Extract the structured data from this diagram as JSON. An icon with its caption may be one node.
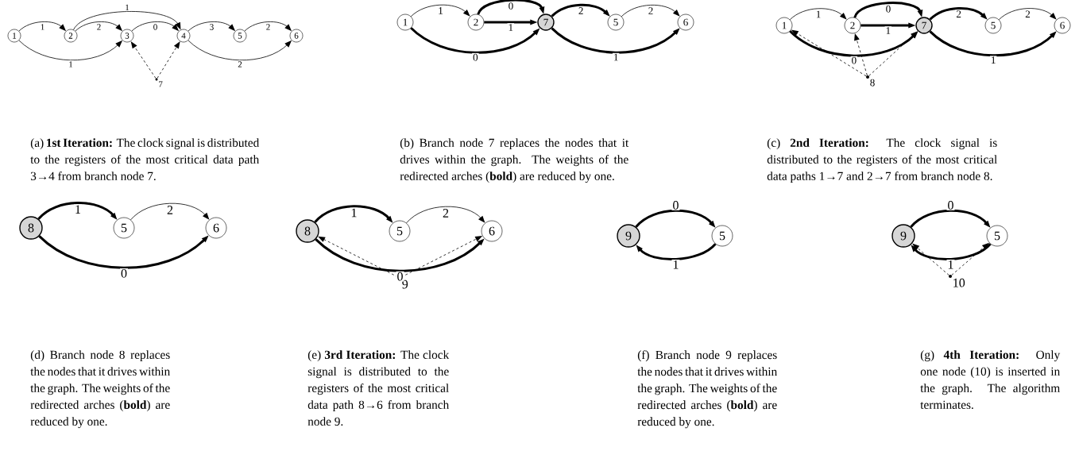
{
  "diagram": {
    "nodes": [
      {
        "text": [
          "1"
        ]
      },
      {
        "text": [
          "2"
        ]
      },
      {
        "text": [
          "3"
        ]
      },
      {
        "text": [
          "4"
        ]
      },
      {
        "text": [
          "5"
        ]
      },
      {
        "text": [
          "6"
        ]
      },
      {
        "text": [],
        "shape": "dot",
        "beside": [
          "7"
        ]
      },
      {
        "text": [
          "1"
        ]
      },
      {
        "text": [
          "2"
        ]
      },
      {
        "text": [
          "7"
        ]
      },
      {
        "text": [
          "5"
        ]
      },
      {
        "text": [
          "6"
        ]
      },
      {
        "text": [
          "1"
        ]
      },
      {
        "text": [
          "2"
        ]
      },
      {
        "text": [
          "7"
        ]
      },
      {
        "text": [
          "5"
        ]
      },
      {
        "text": [
          "6"
        ]
      },
      {
        "text": [],
        "shape": "dot",
        "beside": [
          "8"
        ]
      },
      {
        "text": [
          "8"
        ]
      },
      {
        "text": [
          "5"
        ]
      },
      {
        "text": [
          "6"
        ]
      },
      {
        "text": [
          "8"
        ]
      },
      {
        "text": [
          "5"
        ]
      },
      {
        "text": [
          "6"
        ]
      },
      {
        "text": [],
        "shape": "dot",
        "beside": [
          "9"
        ]
      },
      {
        "text": [
          "9"
        ]
      },
      {
        "text": [
          "5"
        ]
      },
      {
        "text": [
          "9"
        ]
      },
      {
        "text": [
          "5"
        ]
      },
      {
        "text": [],
        "shape": "dot",
        "beside": [
          "10"
        ]
      }
    ],
    "edges": [
      {
        "from": 0,
        "to": 1,
        "arrow": "to",
        "label": "1"
      },
      {
        "from": 1,
        "to": 2,
        "arrow": "to",
        "label": "2"
      },
      {
        "from": 0,
        "to": 2,
        "arrow": "to",
        "label": "1"
      },
      {
        "from": 1,
        "to": 3,
        "arrow": "to",
        "label": "1"
      },
      {
        "from": 2,
        "to": 3,
        "arrow": "to",
        "label": "0"
      },
      {
        "from": 3,
        "to": 4,
        "arrow": "to",
        "label": "3"
      },
      {
        "from": 4,
        "to": 5,
        "arrow": "to",
        "label": "2"
      },
      {
        "from": 3,
        "to": 5,
        "arrow": "to",
        "label": "2"
      },
      {
        "from": 6,
        "to": 2,
        "arrow": "to",
        "style": "dashed"
      },
      {
        "from": 6,
        "to": 3,
        "arrow": "to",
        "style": "dashed"
      },
      {
        "from": 7,
        "to": 8,
        "arrow": "to",
        "label": "1"
      },
      {
        "from": 8,
        "to": 9,
        "arrow": "to",
        "label": "0",
        "style": "thick"
      },
      {
        "from": 8,
        "to": 9,
        "arrow": "to",
        "label": "1",
        "style": "thick"
      },
      {
        "from": 7,
        "to": 9,
        "arrow": "to",
        "label": "0",
        "style": "thick"
      },
      {
        "from": 9,
        "to": 10,
        "arrow": "to",
        "label": "2",
        "style": "thick"
      },
      {
        "from": 10,
        "to": 11,
        "arrow": "to",
        "label": "2"
      },
      {
        "from": 9,
        "to": 11,
        "arrow": "to",
        "label": "1",
        "style": "thick"
      },
      {
        "from": 12,
        "to": 13,
        "arrow": "to",
        "label": "1"
      },
      {
        "from": 13,
        "to": 14,
        "arrow": "to",
        "label": "0",
        "style": "thick"
      },
      {
        "from": 13,
        "to": 14,
        "arrow": "to",
        "label": "1",
        "style": "thick"
      },
      {
        "from": 12,
        "to": 14,
        "arrow": "to",
        "label": "0",
        "style": "thick"
      },
      {
        "from": 14,
        "to": 15,
        "arrow": "to",
        "label": "2",
        "style": "thick"
      },
      {
        "from": 15,
        "to": 16,
        "arrow": "to",
        "label": "2"
      },
      {
        "from": 14,
        "to": 16,
        "arrow": "to",
        "label": "1",
        "style": "thick"
      },
      {
        "from": 17,
        "to": 12,
        "arrow": "to",
        "style": "dashed"
      },
      {
        "from": 17,
        "to": 13,
        "arrow": "to",
        "style": "dashed"
      },
      {
        "from": 17,
        "to": 14,
        "arrow": "to",
        "style": "dashed"
      },
      {
        "from": 18,
        "to": 19,
        "arrow": "to",
        "label": "1",
        "style": "thick"
      },
      {
        "from": 19,
        "to": 20,
        "arrow": "to",
        "label": "2"
      },
      {
        "from": 18,
        "to": 20,
        "arrow": "to",
        "label": "0",
        "style": "thick"
      },
      {
        "from": 21,
        "to": 22,
        "arrow": "to",
        "label": "1",
        "style": "thick"
      },
      {
        "from": 22,
        "to": 23,
        "arrow": "to",
        "label": "2"
      },
      {
        "from": 21,
        "to": 23,
        "arrow": "to",
        "label": "0",
        "style": "thick"
      },
      {
        "from": 24,
        "to": 21,
        "arrow": "to",
        "style": "dashed"
      },
      {
        "from": 24,
        "to": 23,
        "arrow": "to",
        "style": "dashed"
      },
      {
        "from": 25,
        "to": 26,
        "arrow": "to",
        "label": "0",
        "style": "thick"
      },
      {
        "from": 26,
        "to": 25,
        "arrow": "to",
        "label": "1",
        "style": "thick"
      },
      {
        "from": 27,
        "to": 28,
        "arrow": "to",
        "label": "0",
        "style": "thick"
      },
      {
        "from": 28,
        "to": 27,
        "arrow": "to",
        "label": "1",
        "style": "thick"
      },
      {
        "from": 29,
        "to": 27,
        "arrow": "to",
        "style": "dashed"
      },
      {
        "from": 29,
        "to": 28,
        "arrow": "to",
        "style": "dashed"
      }
    ],
    "labels": [
      "(a) **1st Iteration:** The clock signal is distributed to the registers of the most critical data path 3→4 from branch node 7.",
      "(b) Branch node 7 replaces the nodes that it drives within the graph. The weights of the redirected arches (**bold**) are reduced by one.",
      "(c) **2nd Iteration:** The clock signal is distributed to the registers of the most critical data paths 1→7 and 2→7 from branch node 8.",
      "(d) Branch node 8 replaces the nodes that it drives within the graph. The weights of the redirected arches (**bold**) are reduced by one.",
      "(e) **3rd Iteration:** The clock signal is distributed to the registers of the most critical data path 8→6 from branch node 9.",
      "(f) Branch node 9 replaces the nodes that it drives within the graph. The weights of the redirected arches (**bold**) are reduced by one.",
      "(g) **4th Iteration:** Only one node (10) is inserted in the graph. The algorithm terminates."
    ]
  }
}
